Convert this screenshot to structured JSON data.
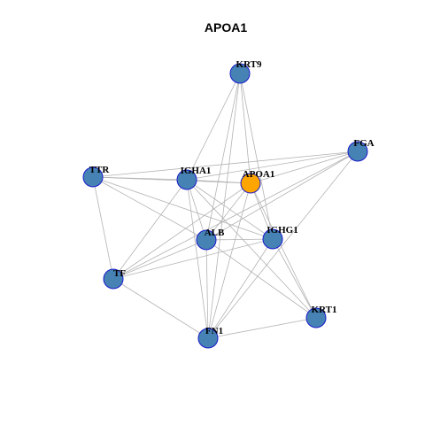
{
  "title": "APOA1",
  "colors": {
    "node": "#4682b4",
    "node_stroke": "#1a1acc",
    "hub": "#ffa500",
    "hub_stroke": "#1a1acc",
    "edge": "#b3b3b3"
  },
  "nodes": [
    {
      "id": "KRT9",
      "label": "KRT9"
    },
    {
      "id": "FGA",
      "label": "FGA"
    },
    {
      "id": "TTR",
      "label": "TTR"
    },
    {
      "id": "IGHA1",
      "label": "IGHA1"
    },
    {
      "id": "APOA1",
      "label": "APOA1",
      "hub": true
    },
    {
      "id": "ALB",
      "label": "ALB"
    },
    {
      "id": "IGHG1",
      "label": "IGHG1"
    },
    {
      "id": "TF",
      "label": "TF"
    },
    {
      "id": "KRT1",
      "label": "KRT1"
    },
    {
      "id": "FN1",
      "label": "FN1"
    }
  ],
  "edges": [
    [
      "KRT9",
      "IGHA1"
    ],
    [
      "KRT9",
      "APOA1"
    ],
    [
      "KRT9",
      "ALB"
    ],
    [
      "KRT9",
      "IGHG1"
    ],
    [
      "KRT9",
      "FN1"
    ],
    [
      "FGA",
      "IGHA1"
    ],
    [
      "FGA",
      "APOA1"
    ],
    [
      "FGA",
      "ALB"
    ],
    [
      "FGA",
      "TF"
    ],
    [
      "FGA",
      "FN1"
    ],
    [
      "FGA",
      "TTR"
    ],
    [
      "TTR",
      "IGHA1"
    ],
    [
      "TTR",
      "APOA1"
    ],
    [
      "TTR",
      "IGHG1"
    ],
    [
      "TTR",
      "TF"
    ],
    [
      "TTR",
      "ALB"
    ],
    [
      "IGHA1",
      "APOA1"
    ],
    [
      "IGHA1",
      "ALB"
    ],
    [
      "IGHA1",
      "IGHG1"
    ],
    [
      "IGHA1",
      "TF"
    ],
    [
      "IGHA1",
      "FN1"
    ],
    [
      "IGHA1",
      "KRT1"
    ],
    [
      "APOA1",
      "ALB"
    ],
    [
      "APOA1",
      "IGHG1"
    ],
    [
      "APOA1",
      "TF"
    ],
    [
      "APOA1",
      "FN1"
    ],
    [
      "APOA1",
      "KRT1"
    ],
    [
      "ALB",
      "IGHG1"
    ],
    [
      "ALB",
      "TF"
    ],
    [
      "ALB",
      "FN1"
    ],
    [
      "ALB",
      "KRT1"
    ],
    [
      "IGHG1",
      "TF"
    ],
    [
      "IGHG1",
      "FN1"
    ],
    [
      "IGHG1",
      "KRT1"
    ],
    [
      "TF",
      "FN1"
    ],
    [
      "FN1",
      "KRT1"
    ]
  ]
}
